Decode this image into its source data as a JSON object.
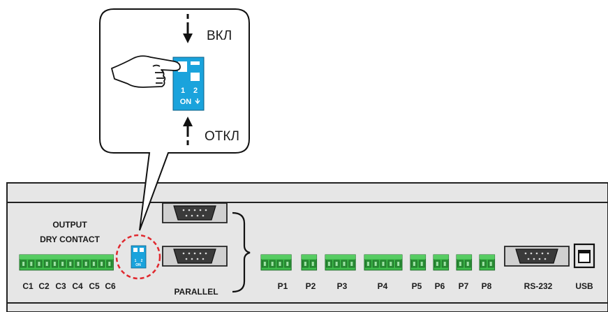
{
  "callout": {
    "on_label": "ВКЛ",
    "off_label": "ОТКЛ",
    "switch_numbers": [
      "1",
      "2"
    ],
    "switch_on_text": "ON"
  },
  "panel": {
    "output_title_line1": "OUTPUT",
    "output_title_line2": "DRY CONTACT",
    "output_channels": [
      "C1",
      "C2",
      "C3",
      "C4",
      "C5",
      "C6"
    ],
    "parallel_label": "PARALLEL",
    "ports": [
      "P1",
      "P2",
      "P3",
      "P4",
      "P5",
      "P6",
      "P7",
      "P8"
    ],
    "rs232_label": "RS-232",
    "usb_label": "USB",
    "small_switch_numbers": [
      "1",
      "2"
    ],
    "small_switch_on_text": "ON"
  },
  "colors": {
    "switch_blue": "#1aa3dc",
    "terminal_green": "#3dbb4a",
    "panel_gray": "#e6e6e6",
    "highlight_red": "#e0282e"
  },
  "icons": [
    "hand-icon",
    "arrow-down-icon",
    "arrow-up-icon",
    "db9-connector-icon",
    "usb-b-port-icon",
    "dip-switch-icon"
  ]
}
